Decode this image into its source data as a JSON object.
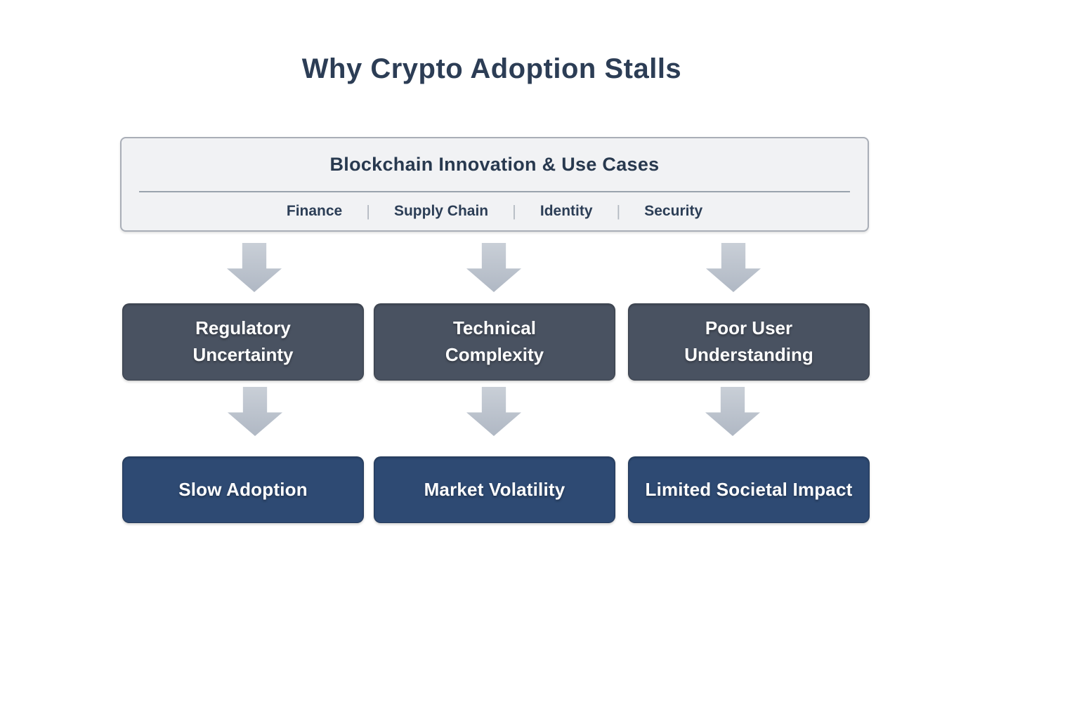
{
  "page": {
    "title": "Why Crypto Adoption Stalls"
  },
  "source_box": {
    "title": "Blockchain Innovation & Use Cases",
    "separator": "|",
    "categories": [
      "Finance",
      "Supply Chain",
      "Identity",
      "Security"
    ]
  },
  "causes": [
    "Regulatory Uncertainty",
    "Technical Complexity",
    "Poor User Understanding"
  ],
  "effects": [
    "Slow Adoption",
    "Market Volatility",
    "Limited Societal Impact"
  ],
  "colors": {
    "title_text": "#2c3d55",
    "source_box_bg": "#f1f2f4",
    "source_box_border": "#a9aeb7",
    "divider": "#9aa3ad",
    "category_text": "#2c3e56",
    "separator": "#b3b9c1",
    "cause_box_bg": "#495261",
    "effect_box_bg": "#2e4a73",
    "arrow_top": "#c9cfd7",
    "arrow_bottom": "#b0b8c4",
    "box_text": "#ffffff"
  }
}
